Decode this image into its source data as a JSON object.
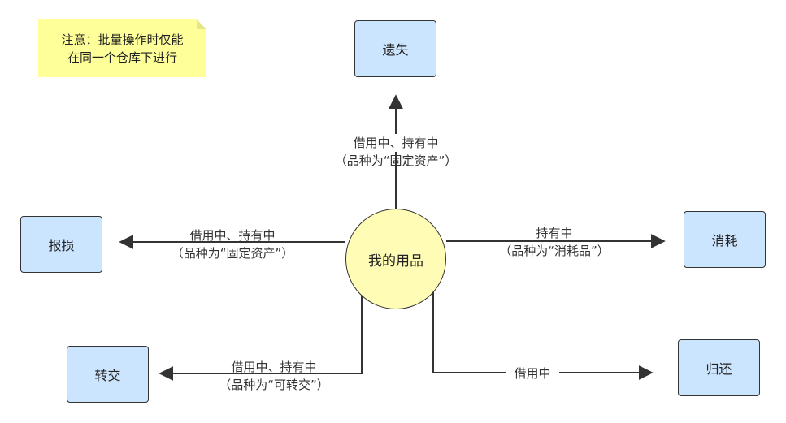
{
  "note": {
    "line1": "注意：批量操作时仅能",
    "line2": "在同一个仓库下进行"
  },
  "center": {
    "label": "我的用品"
  },
  "targets": {
    "lost": "遗失",
    "scrap": "报损",
    "consume": "消耗",
    "transfer": "转交",
    "return": "归还"
  },
  "edges": {
    "lost": {
      "line1": "借用中、持有中",
      "line2": "（品种为“固定资产”）"
    },
    "scrap": {
      "line1": "借用中、持有中",
      "line2": "（品种为“固定资产”）"
    },
    "consume": {
      "line1": "持有中",
      "line2": "（品种为“消耗品”）"
    },
    "transfer": {
      "line1": "借用中、持有中",
      "line2": "（品种为“可转交”）"
    },
    "return": {
      "line1": "借用中"
    }
  },
  "colors": {
    "box_fill": "#cce5ff",
    "center_fill": "#fffdb5",
    "note_fill": "#ffff99",
    "stroke": "#333333"
  }
}
